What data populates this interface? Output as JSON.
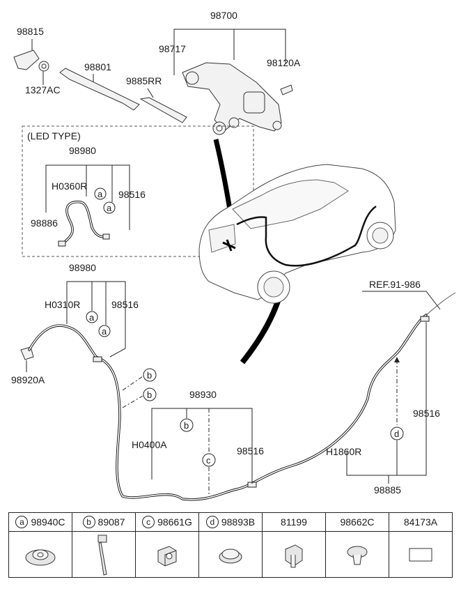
{
  "labels": {
    "p98700": "98700",
    "p98815": "98815",
    "p98717": "98717",
    "p98120A": "98120A",
    "p98801": "98801",
    "p1327AC": "1327AC",
    "p9885RR": "9885RR",
    "led_type": "(LED TYPE)",
    "p98980_led": "98980",
    "pH0360R": "H0360R",
    "p98516_led": "98516",
    "p98886": "98886",
    "p98980": "98980",
    "pH0310R": "H0310R",
    "p98516_a": "98516",
    "p98920A": "98920A",
    "p98930": "98930",
    "pH0400A": "H0400A",
    "p98516_b": "98516",
    "ref": "REF.91-986",
    "p98516_c": "98516",
    "pH1860R": "H1860R",
    "p98885": "98885"
  },
  "callouts": {
    "a": "a",
    "b": "b",
    "c": "c",
    "d": "d"
  },
  "legend": [
    {
      "letter": "a",
      "part": "98940C",
      "icon": "grommet-icon"
    },
    {
      "letter": "b",
      "part": "89087",
      "icon": "cable-tie-icon"
    },
    {
      "letter": "c",
      "part": "98661G",
      "icon": "hose-clip-icon"
    },
    {
      "letter": "d",
      "part": "98893B",
      "icon": "plug-icon"
    },
    {
      "letter": "",
      "part": "81199",
      "icon": "bracket-clip-icon"
    },
    {
      "letter": "",
      "part": "98662C",
      "icon": "push-clip-icon"
    },
    {
      "letter": "",
      "part": "84173A",
      "icon": "pad-icon"
    }
  ]
}
